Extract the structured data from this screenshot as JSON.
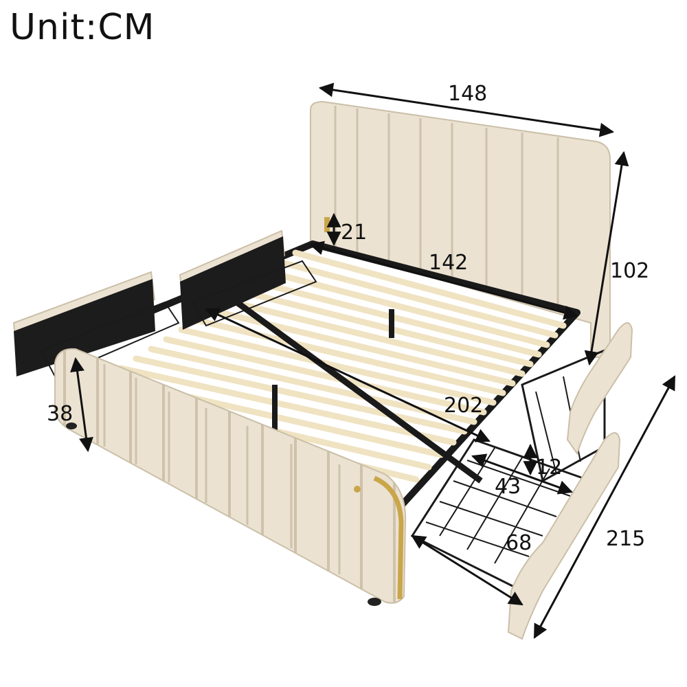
{
  "title": "Unit:CM",
  "dimensions": {
    "headboard_width": "148",
    "headboard_height": "102",
    "headboard_gap": "21",
    "inner_width": "142",
    "inner_length": "202",
    "footboard_height": "38",
    "drawer_height": "12",
    "drawer_width": "43",
    "drawer_depth": "68",
    "total_length": "215"
  },
  "colors": {
    "upholstery": "#ebe2d2",
    "upholstery_shadow": "#d8ccb7",
    "slat": "#f3e7c8",
    "frame": "#1a1a1a",
    "gold": "#c9a64a"
  }
}
